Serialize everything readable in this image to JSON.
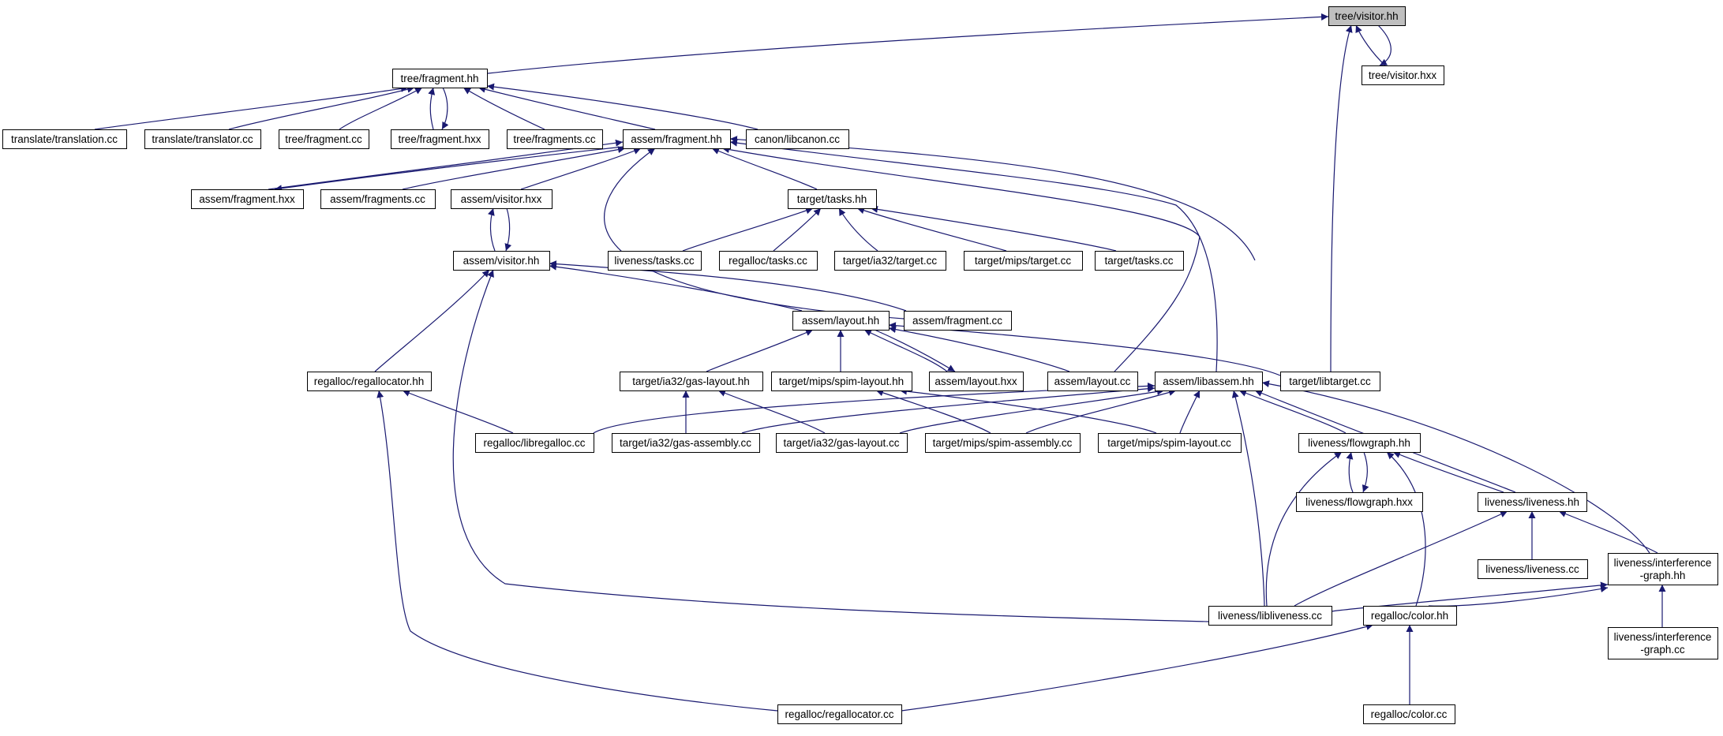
{
  "title": "",
  "colors": {
    "edge": "#191970",
    "node_border": "#000000",
    "node_fill": "#ffffff",
    "root_fill": "#bfbfbf"
  },
  "nodes": [
    {
      "id": "tree_visitor_hh",
      "lines": [
        "tree/visitor.hh"
      ],
      "root": true
    },
    {
      "id": "tree_visitor_hxx",
      "lines": [
        "tree/visitor.hxx"
      ]
    },
    {
      "id": "tree_fragment_hh",
      "lines": [
        "tree/fragment.hh"
      ]
    },
    {
      "id": "translate_translation_cc",
      "lines": [
        "translate/translation.cc"
      ]
    },
    {
      "id": "translate_translator_cc",
      "lines": [
        "translate/translator.cc"
      ]
    },
    {
      "id": "tree_fragment_cc",
      "lines": [
        "tree/fragment.cc"
      ]
    },
    {
      "id": "tree_fragment_hxx",
      "lines": [
        "tree/fragment.hxx"
      ]
    },
    {
      "id": "tree_fragments_cc",
      "lines": [
        "tree/fragments.cc"
      ]
    },
    {
      "id": "assem_fragment_hh",
      "lines": [
        "assem/fragment.hh"
      ]
    },
    {
      "id": "canon_libcanon_cc",
      "lines": [
        "canon/libcanon.cc"
      ]
    },
    {
      "id": "assem_fragment_hxx",
      "lines": [
        "assem/fragment.hxx"
      ]
    },
    {
      "id": "assem_fragments_cc",
      "lines": [
        "assem/fragments.cc"
      ]
    },
    {
      "id": "assem_visitor_hxx",
      "lines": [
        "assem/visitor.hxx"
      ]
    },
    {
      "id": "target_tasks_hh",
      "lines": [
        "target/tasks.hh"
      ]
    },
    {
      "id": "assem_visitor_hh",
      "lines": [
        "assem/visitor.hh"
      ]
    },
    {
      "id": "liveness_tasks_cc",
      "lines": [
        "liveness/tasks.cc"
      ]
    },
    {
      "id": "regalloc_tasks_cc",
      "lines": [
        "regalloc/tasks.cc"
      ]
    },
    {
      "id": "target_ia32_target_cc",
      "lines": [
        "target/ia32/target.cc"
      ]
    },
    {
      "id": "target_mips_target_cc",
      "lines": [
        "target/mips/target.cc"
      ]
    },
    {
      "id": "target_tasks_cc",
      "lines": [
        "target/tasks.cc"
      ]
    },
    {
      "id": "assem_layout_hh",
      "lines": [
        "assem/layout.hh"
      ]
    },
    {
      "id": "assem_fragment_cc",
      "lines": [
        "assem/fragment.cc"
      ]
    },
    {
      "id": "regalloc_regallocator_hh",
      "lines": [
        "regalloc/regallocator.hh"
      ]
    },
    {
      "id": "target_ia32_gas_layout_hh",
      "lines": [
        "target/ia32/gas-layout.hh"
      ]
    },
    {
      "id": "target_mips_spim_layout_hh",
      "lines": [
        "target/mips/spim-layout.hh"
      ]
    },
    {
      "id": "assem_layout_hxx",
      "lines": [
        "assem/layout.hxx"
      ]
    },
    {
      "id": "assem_layout_cc",
      "lines": [
        "assem/layout.cc"
      ]
    },
    {
      "id": "assem_libassem_hh",
      "lines": [
        "assem/libassem.hh"
      ]
    },
    {
      "id": "target_libtarget_cc",
      "lines": [
        "target/libtarget.cc"
      ]
    },
    {
      "id": "regalloc_libregalloc_cc",
      "lines": [
        "regalloc/libregalloc.cc"
      ]
    },
    {
      "id": "target_ia32_gas_assembly_cc",
      "lines": [
        "target/ia32/gas-assembly.cc"
      ]
    },
    {
      "id": "target_ia32_gas_layout_cc",
      "lines": [
        "target/ia32/gas-layout.cc"
      ]
    },
    {
      "id": "target_mips_spim_assembly_cc",
      "lines": [
        "target/mips/spim-assembly.cc"
      ]
    },
    {
      "id": "target_mips_spim_layout_cc",
      "lines": [
        "target/mips/spim-layout.cc"
      ]
    },
    {
      "id": "liveness_flowgraph_hh",
      "lines": [
        "liveness/flowgraph.hh"
      ]
    },
    {
      "id": "liveness_flowgraph_hxx",
      "lines": [
        "liveness/flowgraph.hxx"
      ]
    },
    {
      "id": "liveness_liveness_hh",
      "lines": [
        "liveness/liveness.hh"
      ]
    },
    {
      "id": "liveness_liveness_cc",
      "lines": [
        "liveness/liveness.cc"
      ]
    },
    {
      "id": "liveness_interference_graph_hh",
      "lines": [
        "liveness/interference",
        "-graph.hh"
      ]
    },
    {
      "id": "liveness_libliveness_cc",
      "lines": [
        "liveness/libliveness.cc"
      ]
    },
    {
      "id": "regalloc_color_hh",
      "lines": [
        "regalloc/color.hh"
      ]
    },
    {
      "id": "liveness_interference_graph_cc",
      "lines": [
        "liveness/interference",
        "-graph.cc"
      ]
    },
    {
      "id": "regalloc_regallocator_cc",
      "lines": [
        "regalloc/regallocator.cc"
      ]
    },
    {
      "id": "regalloc_color_cc",
      "lines": [
        "regalloc/color.cc"
      ]
    }
  ],
  "edges": [
    [
      "tree_visitor_hh",
      "tree_visitor_hxx"
    ],
    [
      "tree_visitor_hxx",
      "tree_visitor_hh"
    ],
    [
      "tree_visitor_hh",
      "tree_fragment_hh"
    ],
    [
      "tree_visitor_hh",
      "target_libtarget_cc"
    ],
    [
      "tree_fragment_hh",
      "translate_translation_cc"
    ],
    [
      "tree_fragment_hh",
      "translate_translator_cc"
    ],
    [
      "tree_fragment_hh",
      "tree_fragment_cc"
    ],
    [
      "tree_fragment_hh",
      "tree_fragment_hxx"
    ],
    [
      "tree_fragment_hxx",
      "tree_fragment_hh"
    ],
    [
      "tree_fragment_hh",
      "tree_fragments_cc"
    ],
    [
      "tree_fragment_hh",
      "assem_fragment_hh"
    ],
    [
      "tree_fragment_hh",
      "canon_libcanon_cc"
    ],
    [
      "assem_fragment_hh",
      "assem_fragment_hxx"
    ],
    [
      "assem_fragment_hxx",
      "assem_fragment_hh"
    ],
    [
      "assem_fragment_hh",
      "assem_fragments_cc"
    ],
    [
      "assem_fragment_hh",
      "assem_visitor_hxx"
    ],
    [
      "assem_fragment_hh",
      "target_tasks_hh"
    ],
    [
      "assem_fragment_hh",
      "assem_fragment_cc"
    ],
    [
      "assem_fragment_hh",
      "assem_layout_cc"
    ],
    [
      "assem_fragment_hh",
      "assem_libassem_hh"
    ],
    [
      "assem_fragment_hh",
      "target_libtarget_cc"
    ],
    [
      "assem_visitor_hxx",
      "assem_visitor_hh"
    ],
    [
      "assem_visitor_hh",
      "assem_visitor_hxx"
    ],
    [
      "assem_visitor_hh",
      "assem_layout_hh"
    ],
    [
      "assem_visitor_hh",
      "assem_fragment_cc"
    ],
    [
      "assem_visitor_hh",
      "regalloc_regallocator_hh"
    ],
    [
      "assem_visitor_hh",
      "liveness_libliveness_cc"
    ],
    [
      "target_tasks_hh",
      "liveness_tasks_cc"
    ],
    [
      "target_tasks_hh",
      "regalloc_tasks_cc"
    ],
    [
      "target_tasks_hh",
      "target_ia32_target_cc"
    ],
    [
      "target_tasks_hh",
      "target_mips_target_cc"
    ],
    [
      "target_tasks_hh",
      "target_tasks_cc"
    ],
    [
      "assem_layout_hh",
      "target_ia32_gas_layout_hh"
    ],
    [
      "assem_layout_hh",
      "target_mips_spim_layout_hh"
    ],
    [
      "assem_layout_hh",
      "assem_layout_hxx"
    ],
    [
      "assem_layout_hxx",
      "assem_layout_hh"
    ],
    [
      "assem_layout_hh",
      "assem_layout_cc"
    ],
    [
      "assem_layout_hh",
      "target_libtarget_cc"
    ],
    [
      "regalloc_regallocator_hh",
      "regalloc_libregalloc_cc"
    ],
    [
      "regalloc_regallocator_hh",
      "regalloc_regallocator_cc"
    ],
    [
      "target_ia32_gas_layout_hh",
      "target_ia32_gas_assembly_cc"
    ],
    [
      "target_ia32_gas_layout_hh",
      "target_ia32_gas_layout_cc"
    ],
    [
      "target_mips_spim_layout_hh",
      "target_mips_spim_assembly_cc"
    ],
    [
      "target_mips_spim_layout_hh",
      "target_mips_spim_layout_cc"
    ],
    [
      "assem_libassem_hh",
      "regalloc_libregalloc_cc"
    ],
    [
      "assem_libassem_hh",
      "target_ia32_gas_assembly_cc"
    ],
    [
      "assem_libassem_hh",
      "target_ia32_gas_layout_cc"
    ],
    [
      "assem_libassem_hh",
      "target_mips_spim_assembly_cc"
    ],
    [
      "assem_libassem_hh",
      "target_mips_spim_layout_cc"
    ],
    [
      "assem_libassem_hh",
      "liveness_flowgraph_hh"
    ],
    [
      "assem_libassem_hh",
      "liveness_liveness_hh"
    ],
    [
      "assem_libassem_hh",
      "liveness_interference_graph_hh"
    ],
    [
      "assem_libassem_hh",
      "liveness_libliveness_cc"
    ],
    [
      "liveness_flowgraph_hh",
      "liveness_flowgraph_hxx"
    ],
    [
      "liveness_flowgraph_hxx",
      "liveness_flowgraph_hh"
    ],
    [
      "liveness_flowgraph_hh",
      "liveness_liveness_hh"
    ],
    [
      "liveness_flowgraph_hh",
      "liveness_libliveness_cc"
    ],
    [
      "liveness_flowgraph_hh",
      "regalloc_color_hh"
    ],
    [
      "liveness_liveness_hh",
      "liveness_liveness_cc"
    ],
    [
      "liveness_liveness_hh",
      "liveness_interference_graph_hh"
    ],
    [
      "liveness_liveness_hh",
      "liveness_libliveness_cc"
    ],
    [
      "liveness_interference_graph_hh",
      "liveness_libliveness_cc"
    ],
    [
      "liveness_interference_graph_hh",
      "regalloc_color_hh"
    ],
    [
      "liveness_interference_graph_hh",
      "liveness_interference_graph_cc"
    ],
    [
      "regalloc_color_hh",
      "regalloc_regallocator_cc"
    ],
    [
      "regalloc_color_hh",
      "regalloc_color_cc"
    ]
  ]
}
